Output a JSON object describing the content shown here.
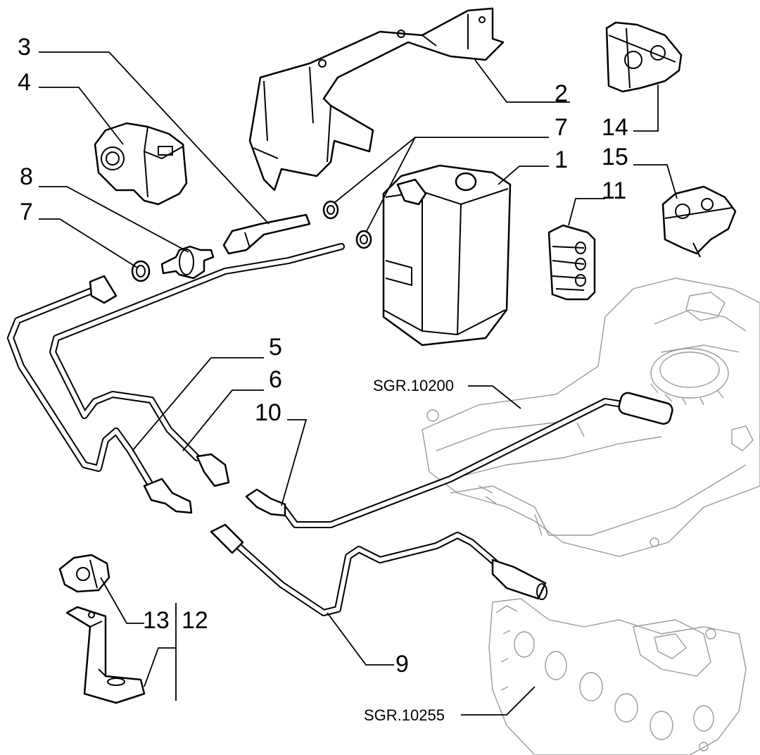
{
  "diagram": {
    "callouts": {
      "c1": "1",
      "c2": "2",
      "c3": "3",
      "c4": "4",
      "c5": "5",
      "c6": "6",
      "c7a": "7",
      "c7b": "7",
      "c8": "8",
      "c9": "9",
      "c10": "10",
      "c11": "11",
      "c12": "12",
      "c13": "13",
      "c14": "14",
      "c15": "15"
    },
    "references": {
      "tank": "SGR.10200",
      "manifold": "SGR.10255"
    }
  }
}
